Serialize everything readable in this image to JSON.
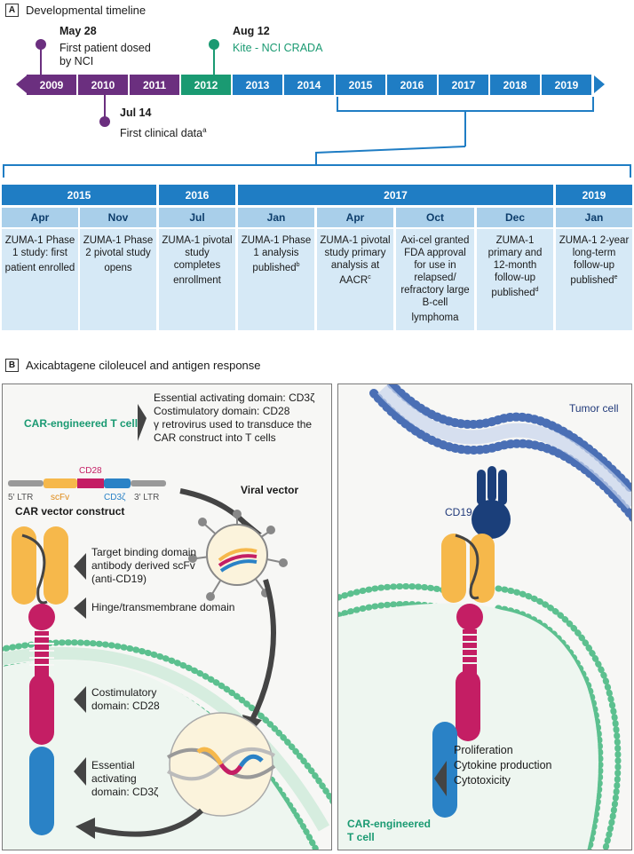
{
  "panel_a": {
    "letter": "A",
    "title": "Developmental timeline",
    "years": [
      "2009",
      "2010",
      "2011",
      "2012",
      "2013",
      "2014",
      "2015",
      "2016",
      "2017",
      "2018",
      "2019"
    ],
    "colors": {
      "purple": "#6b2f7f",
      "green": "#1a9a72",
      "blue": "#1f7dc4",
      "light_blue": "#a9cfea",
      "pale_blue": "#d6e9f6"
    },
    "events": [
      {
        "date": "May 28",
        "text": "First patient dosed by NCI"
      },
      {
        "date": "Jul 14",
        "text": "First clinical data",
        "sup": "a"
      },
      {
        "date": "Aug 12",
        "text": "Kite - NCI CRADA"
      }
    ],
    "table": {
      "year_groups": [
        "2015",
        "2016",
        "2017",
        "2019"
      ],
      "months": [
        "Apr",
        "Nov",
        "Jul",
        "Jan",
        "Apr",
        "Oct",
        "Dec",
        "Jan"
      ],
      "milestones": [
        {
          "text": "ZUMA-1 Phase 1 study: first patient enrolled",
          "sup": ""
        },
        {
          "text": "ZUMA-1 Phase 2 pivotal study opens",
          "sup": ""
        },
        {
          "text": "ZUMA-1 pivotal study completes enrollment",
          "sup": ""
        },
        {
          "text": "ZUMA-1 Phase 1 analysis published",
          "sup": "b"
        },
        {
          "text": "ZUMA-1 pivotal study primary analysis at AACR",
          "sup": "c"
        },
        {
          "text": "Axi-cel granted FDA approval for use in relapsed/ refractory large B-cell lymphoma",
          "sup": ""
        },
        {
          "text": "ZUMA-1 primary and 12-month follow-up published",
          "sup": "d"
        },
        {
          "text": "ZUMA-1 2-year long-term follow-up published",
          "sup": "e"
        }
      ]
    }
  },
  "panel_b": {
    "letter": "B",
    "title": "Axicabtagene ciloleucel and antigen response",
    "car_t_label": "CAR-engineered T cell",
    "car_t_desc": [
      "Essential activating domain: CD3ζ",
      "Costimulatory domain: CD28",
      "γ retrovirus used to transduce the",
      "CAR construct into T cells"
    ],
    "vector": {
      "ltr5": "5′ LTR",
      "scfv": "scFv",
      "cd28": "CD28",
      "cd3z": "CD3ζ",
      "ltr3": "3′ LTR",
      "title": "CAR vector construct"
    },
    "viral_vector": "Viral vector",
    "domains": {
      "target": [
        "Target binding domain",
        "antibody derived scFv",
        "(anti-CD19)"
      ],
      "hinge": "Hinge/transmembrane domain",
      "costim": [
        "Costimulatory",
        "domain: CD28"
      ],
      "essential": [
        "Essential",
        "activating",
        "domain: CD3ζ"
      ]
    },
    "tumor_cell": "Tumor cell",
    "cd19": "CD19",
    "responses": [
      "Proliferation",
      "Cytokine production",
      "Cytotoxicity"
    ],
    "car_t_cell": [
      "CAR-engineered",
      "T cell"
    ],
    "palette": {
      "orange": "#f6b84b",
      "magenta": "#c41e64",
      "blue": "#2a82c6",
      "navy": "#1b3f7a",
      "green": "#5cc08f",
      "gray": "#444444"
    }
  }
}
